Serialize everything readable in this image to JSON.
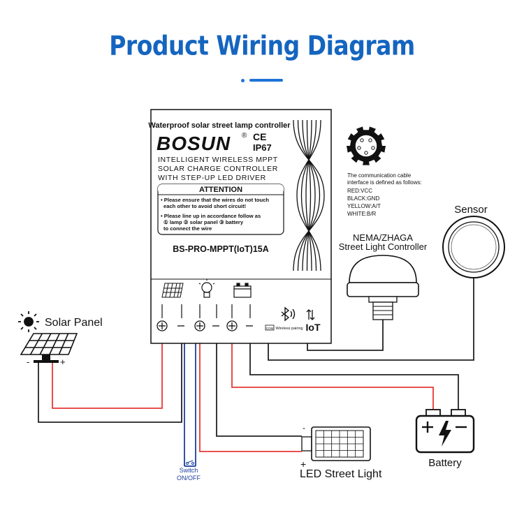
{
  "title": "Product Wiring Diagram",
  "controller": {
    "header": "Waterproof solar street lamp controller",
    "brand": "BOSUN",
    "reg": "®",
    "ce": "CE",
    "ip": "IP67",
    "desc": [
      "INTELLIGENT WIRELESS MPPT",
      "SOLAR CHARGE CONTROLLER",
      "WITH STEP-UP LED DRIVER"
    ],
    "attention": "ATTENTION",
    "notes": [
      "• Please ensure that the wires do not touch",
      "each other to avoid short circuit!",
      "• Please line up in accordance follow as",
      "① lamp ② solar panel ③ battery",
      "to connect the wire"
    ],
    "model": "BS-PRO-MPPT(IoT)15A",
    "com": "COM",
    "wireless": "Wireless pairing",
    "iot": "IoT",
    "plus": "+",
    "minus": "−"
  },
  "comm": {
    "intro": [
      "The communication cable",
      "interface is defined as follows:"
    ],
    "lines": [
      "RED:VCC",
      "BLACK:GND",
      "YELLOW:A/T",
      "WHITE:B/R"
    ]
  },
  "sensor": "Sensor",
  "nema": [
    "NEMA/ZHAGA",
    "Street Light Controller"
  ],
  "solar": {
    "label": "Solar Panel",
    "minus": "-",
    "plus": "+"
  },
  "battery": "Battery",
  "led": {
    "label": "LED Street Light",
    "minus": "-",
    "plus": "+"
  },
  "switch": [
    "Switch",
    "ON/OFF"
  ],
  "colors": {
    "title": "#1565c0",
    "wire_red": "#e53935",
    "wire_blue": "#1e3f9c",
    "wire_black": "#222222"
  }
}
